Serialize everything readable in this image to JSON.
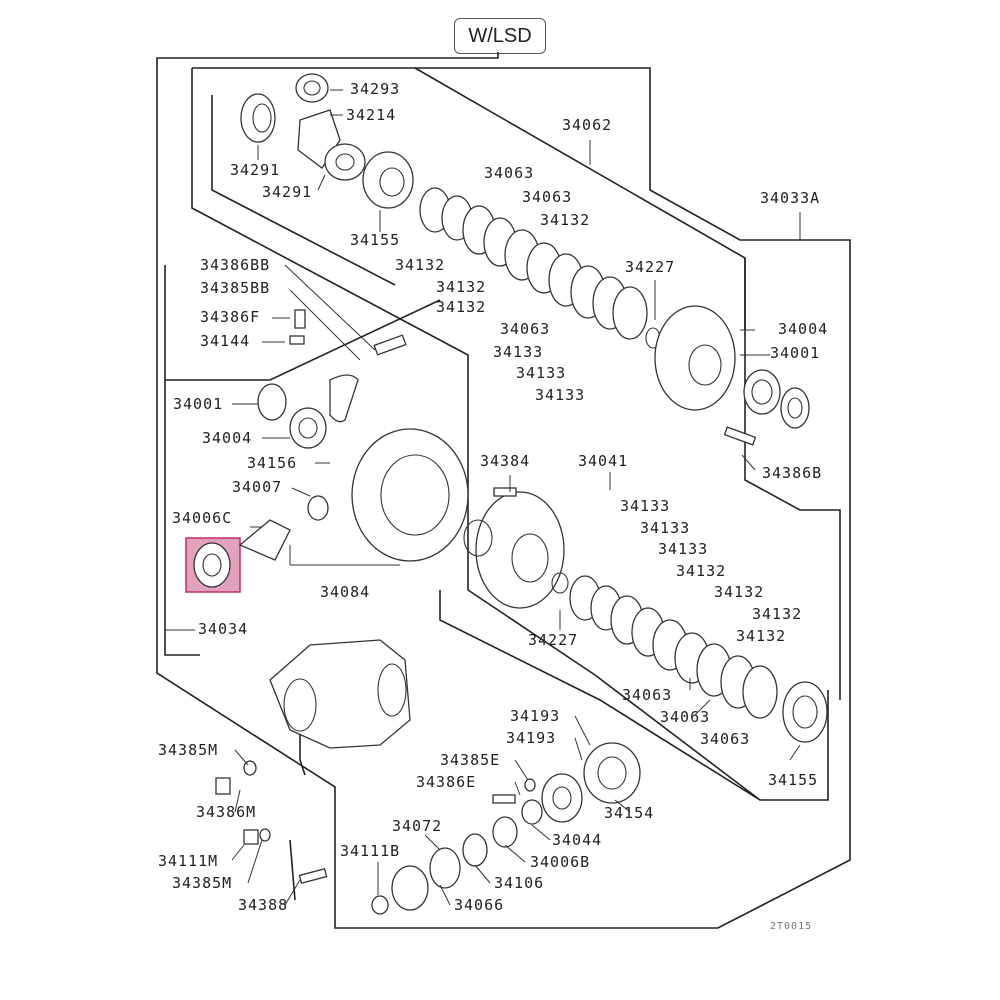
{
  "diagram": {
    "title": "W/LSD",
    "footer_code": "2T0015",
    "highlight_color": "#c0306a",
    "labels": {
      "p34293": "34293",
      "p34214": "34214",
      "p34291a": "34291",
      "p34291b": "34291",
      "p34155a": "34155",
      "p34062": "34062",
      "p34063a": "34063",
      "p34063b": "34063",
      "p34132a": "34132",
      "p34132b": "34132",
      "p34132c": "34132",
      "p34132d": "34132",
      "p34063c": "34063",
      "p34133a": "34133",
      "p34133b": "34133",
      "p34133c": "34133",
      "p34227a": "34227",
      "p34033A": "34033A",
      "p34004a": "34004",
      "p34001a": "34001",
      "p34386B": "34386B",
      "p34386BB": "34386BB",
      "p34385BB": "34385BB",
      "p34386F": "34386F",
      "p34144": "34144",
      "p34001b": "34001",
      "p34004b": "34004",
      "p34156": "34156",
      "p34007": "34007",
      "p34006C": "34006C",
      "p34084": "34084",
      "p34034": "34034",
      "p34384": "34384",
      "p34041": "34041",
      "p34133d": "34133",
      "p34133e": "34133",
      "p34133f": "34133",
      "p34132e": "34132",
      "p34132f": "34132",
      "p34132g": "34132",
      "p34132h": "34132",
      "p34227b": "34227",
      "p34063d": "34063",
      "p34063e": "34063",
      "p34063f": "34063",
      "p34155b": "34155",
      "p34385M_a": "34385M",
      "p34386M": "34386M",
      "p34111M": "34111M",
      "p34385M_b": "34385M",
      "p34388": "34388",
      "p34193a": "34193",
      "p34193b": "34193",
      "p34385E": "34385E",
      "p34386E": "34386E",
      "p34154": "34154",
      "p34072": "34072",
      "p34111B": "34111B",
      "p34044": "34044",
      "p34006B": "34006B",
      "p34106": "34106",
      "p34066": "34066"
    }
  }
}
